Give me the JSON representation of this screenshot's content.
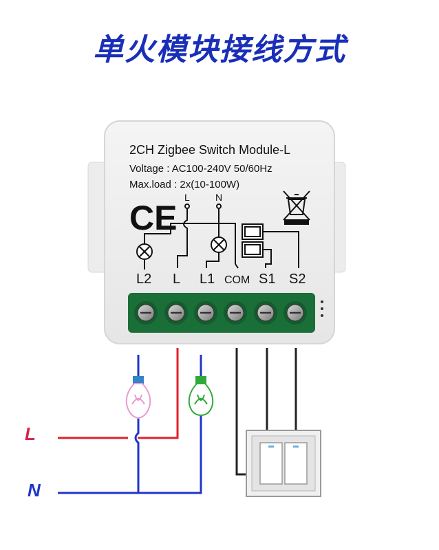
{
  "title": "单火模块接线方式",
  "colors": {
    "title": "#1a2fb8",
    "live_wire": "#e0202a",
    "neutral_wire": "#1f35c8",
    "lamp1": "#e89bd0",
    "lamp2": "#2faa3a",
    "lamp_base": "#2f86c8",
    "terminal": "#1f7a3c",
    "switch_wire": "#222222"
  },
  "module": {
    "label_line1": "2CH Zigbee Switch Module-L",
    "label_line2": "Voltage : AC100-240V 50/60Hz",
    "label_line3": "Max.load : 2x(10-100W)",
    "ce_mark": "CE",
    "top_L": "L",
    "top_N": "N",
    "terminals": [
      "L2",
      "L",
      "L1",
      "COM",
      "S1",
      "S2"
    ],
    "weee_icon": "crossed-bin-icon"
  },
  "wiring": {
    "L_label": "L",
    "N_label": "N"
  }
}
